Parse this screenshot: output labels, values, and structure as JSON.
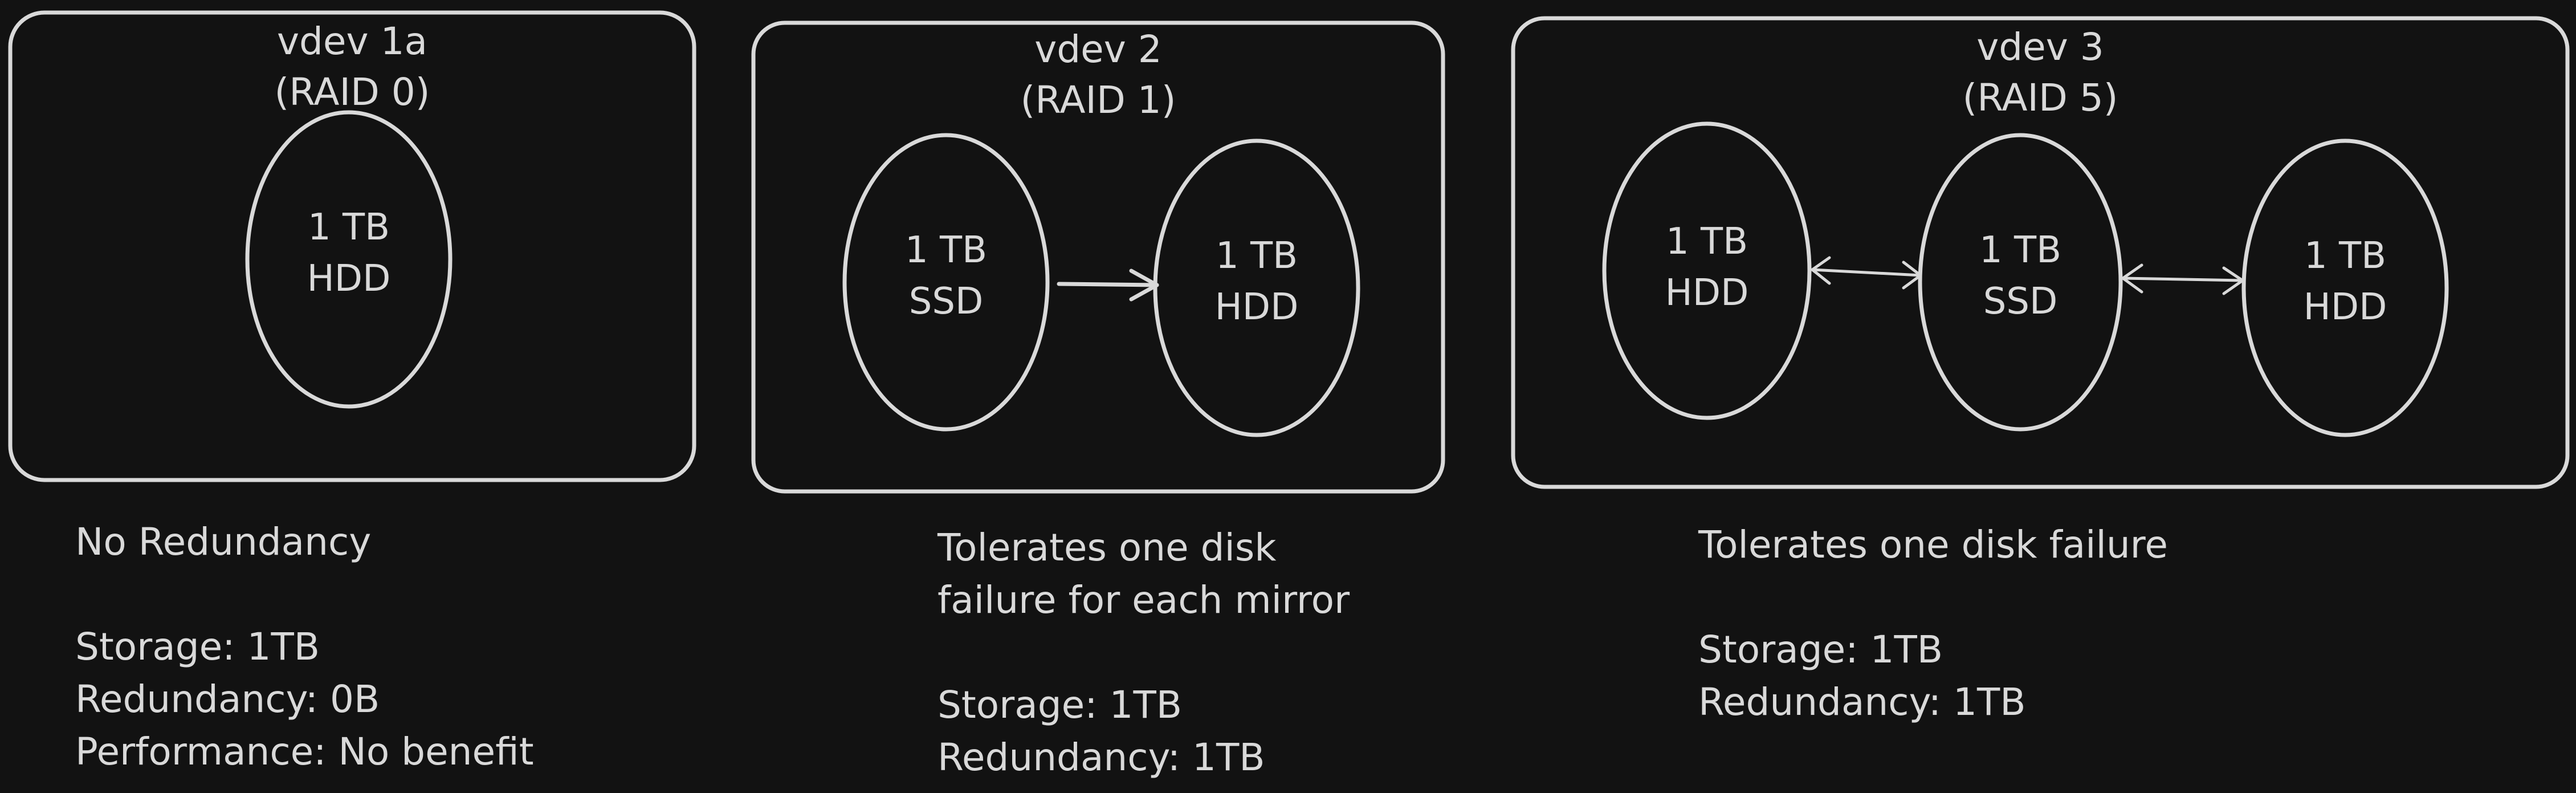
{
  "colors": {
    "background": "#121212",
    "stroke": "#d9d9d9"
  },
  "vdevs": [
    {
      "name": "vdev 1a",
      "raid": "(RAID 0)",
      "disks": [
        {
          "size": "1 TB",
          "type": "HDD"
        }
      ],
      "connections": "none",
      "description": {
        "summary": "No Redundancy",
        "storage": "Storage: 1TB",
        "redundancy": "Redundancy: 0B",
        "performance": "Performance: No benefit"
      }
    },
    {
      "name": "vdev 2",
      "raid": "(RAID 1)",
      "disks": [
        {
          "size": "1 TB",
          "type": "SSD"
        },
        {
          "size": "1 TB",
          "type": "HDD"
        }
      ],
      "connections": "one-way arrow SSD -> HDD",
      "description": {
        "summary_line1": "Tolerates one disk",
        "summary_line2": "failure for each mirror",
        "storage": "Storage: 1TB",
        "redundancy": "Redundancy: 1TB"
      }
    },
    {
      "name": "vdev 3",
      "raid": "(RAID 5)",
      "disks": [
        {
          "size": "1 TB",
          "type": "HDD"
        },
        {
          "size": "1 TB",
          "type": "SSD"
        },
        {
          "size": "1 TB",
          "type": "HDD"
        }
      ],
      "connections": "double-headed arrows between adjacent disks",
      "description": {
        "summary": "Tolerates one disk failure",
        "storage": "Storage: 1TB",
        "redundancy": "Redundancy: 1TB"
      }
    }
  ]
}
